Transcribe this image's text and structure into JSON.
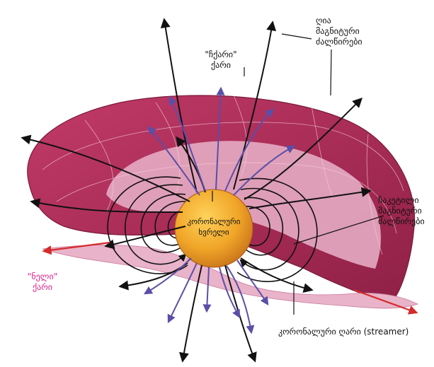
{
  "labels": {
    "fast_wind": [
      "\"ჩქარი\"",
      "ქარი"
    ],
    "open_field_lines": [
      "ღია",
      "მაგნიტური",
      "ძალწირები"
    ],
    "coronal_hole": [
      "კორონალური",
      "ხვრელი"
    ],
    "closed_field_lines": [
      "ჩაკეტილი",
      "მაგნიტური",
      "ძალწირები"
    ],
    "slow_wind": [
      "\"ნელი\"",
      "ქარი"
    ],
    "streamer": "კორონალური ღარი (streamer)"
  },
  "colors": {
    "disk": "#b8315e",
    "disk_light": "#e9b3c9",
    "sun": "#f0a528",
    "open_lines": "#111111",
    "fast_wind_arrows": "#5a4fa8",
    "slow_wind_arrows": "#d42b2b",
    "slow_wind_text": "#e0218a"
  },
  "icons": [
    "sun-sphere",
    "heliospheric-current-sheet",
    "field-line-arrow"
  ]
}
